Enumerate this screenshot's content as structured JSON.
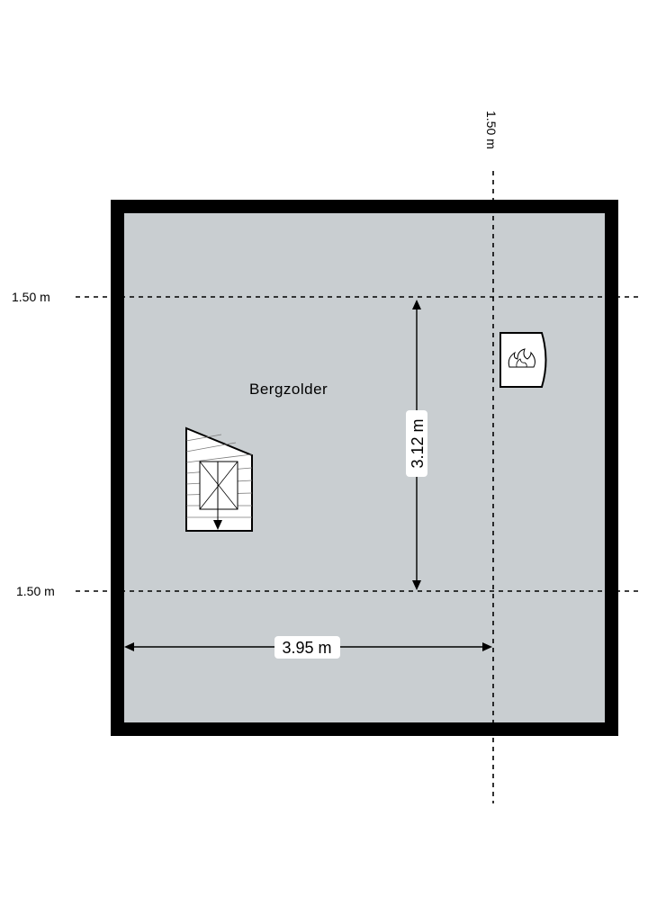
{
  "room": {
    "name": "Bergzolder"
  },
  "dimensions": {
    "width_label": "3.95 m",
    "depth_label": "3.12 m"
  },
  "height_lines": {
    "top_label": "1.50 m",
    "bottom_label": "1.50 m",
    "vertical_label": "1.50 m"
  },
  "colors": {
    "wall": "#000000",
    "floor": "#c9ced1",
    "background": "#ffffff"
  },
  "icons": {
    "stair": "stair-icon",
    "boiler": "boiler-flame-icon"
  }
}
